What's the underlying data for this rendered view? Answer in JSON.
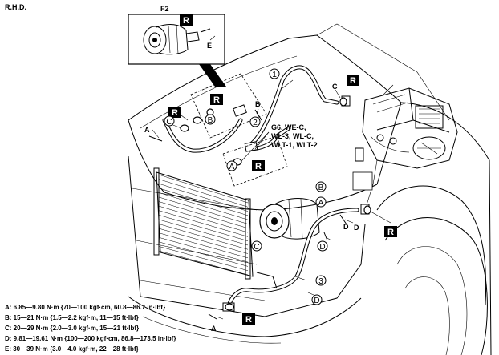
{
  "header": {
    "drive_label": "R.H.D."
  },
  "inset": {
    "title": "F2"
  },
  "markers": {
    "replace": "R",
    "letters": [
      "A",
      "B",
      "C",
      "D",
      "E"
    ],
    "numbers": [
      "1",
      "2",
      "3"
    ]
  },
  "models": {
    "line1": "G6, WE-C,",
    "line2": "WL-3, WL-C,",
    "line3": "WLT-1, WLT-2"
  },
  "torque_specs": [
    "A: 6.85—9.80 N·m {70—100 kgf·cm, 60.8—86.7 in·lbf}",
    "B: 15—21 N·m {1.5—2.2 kgf·m, 11—15 ft·lbf}",
    "C: 20—29 N·m {2.0—3.0 kgf·m, 15—21 ft·lbf}",
    "D: 9.81—19.61 N·m {100—200 kgf·cm, 86.8—173.5 in·lbf}",
    "E: 30—39 N·m {3.0—4.0 kgf·m, 22—28 ft·lbf}"
  ]
}
